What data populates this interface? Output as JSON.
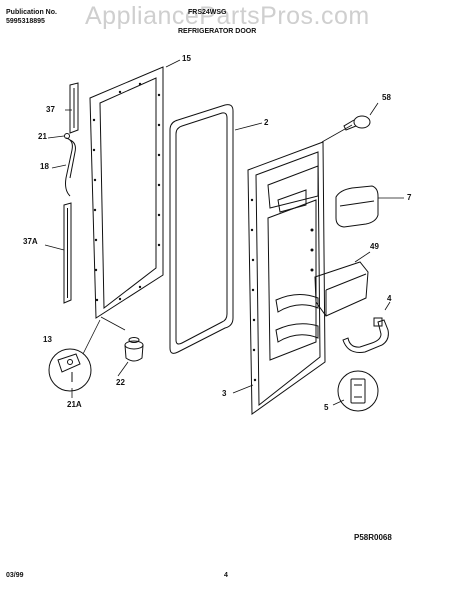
{
  "watermark": "AppliancePartsPros.com",
  "header": {
    "publication_label": "Publication No.",
    "publication_number": "5995318895",
    "model": "FRS24WSG",
    "section_title": "REFRIGERATOR DOOR"
  },
  "part_labels": [
    "15",
    "37",
    "21",
    "18",
    "37A",
    "2",
    "58",
    "7",
    "49",
    "4",
    "13",
    "22",
    "21A",
    "3",
    "5"
  ],
  "footer": {
    "diagram_code": "P58R0068",
    "date": "03/99",
    "page": "4"
  }
}
